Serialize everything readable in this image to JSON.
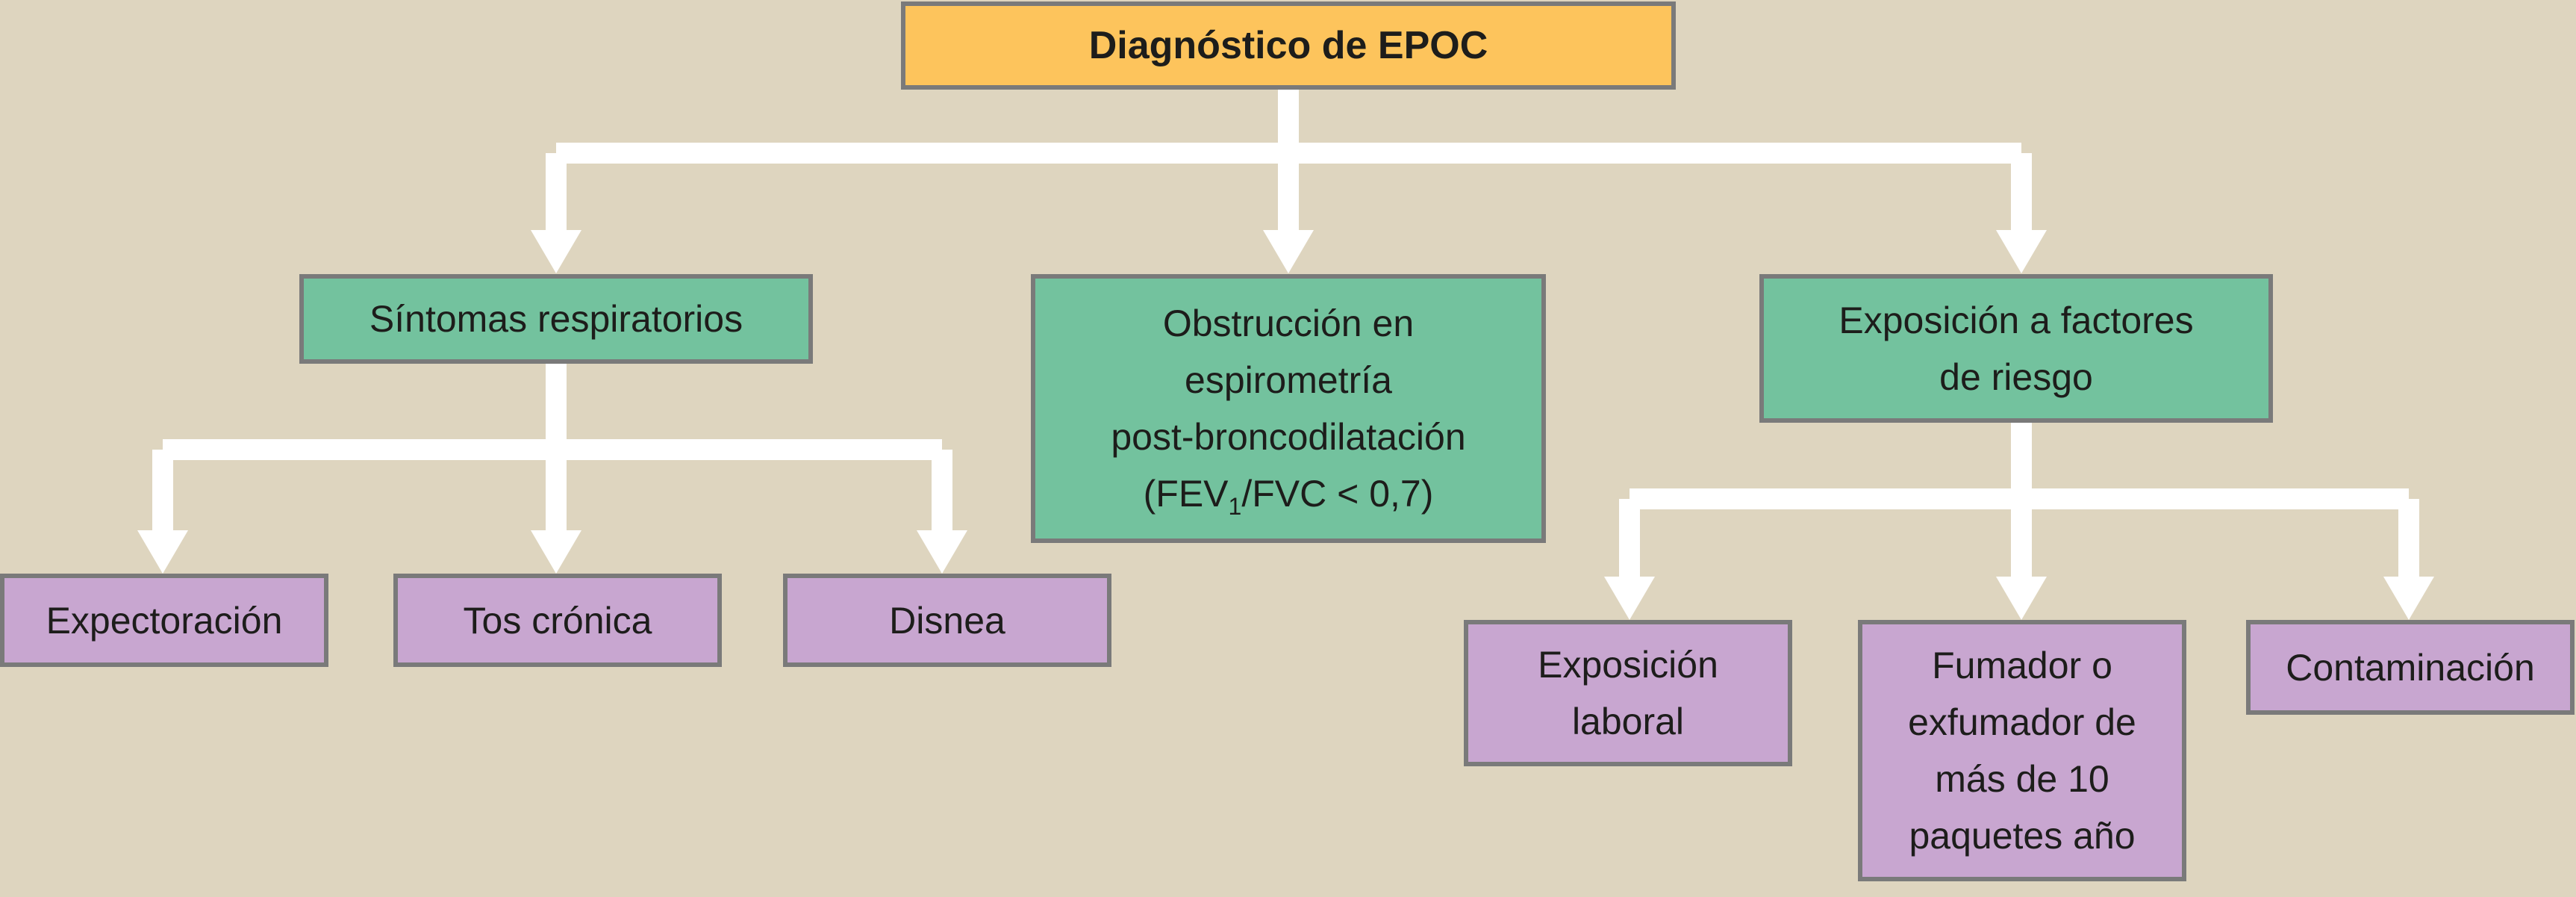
{
  "colors": {
    "background": "#ded5bf",
    "root_fill": "#fdc45c",
    "category_fill": "#73c29e",
    "leaf_fill": "#c8a6d0",
    "border": "#7a7a7a",
    "connector": "#ffffff"
  },
  "root": {
    "label": "Diagnóstico de EPOC"
  },
  "categories": {
    "symptoms": {
      "label": "Síntomas respiratorios",
      "children": {
        "sputum": "Expectoración",
        "cough": "Tos crónica",
        "dyspnea": "Disnea"
      }
    },
    "spirometry": {
      "text_before": "Obstrucción en\nespirometría\npost-broncodilatación\n(FEV",
      "subscript": "1",
      "text_after": "/FVC < 0,7)"
    },
    "risk": {
      "label": "Exposición a factores\nde riesgo",
      "children": {
        "occupational": "Exposición\nlaboral",
        "smoker": "Fumador o\nexfumador de\nmás de 10\npaquetes año",
        "pollution": "Contaminación"
      }
    }
  }
}
